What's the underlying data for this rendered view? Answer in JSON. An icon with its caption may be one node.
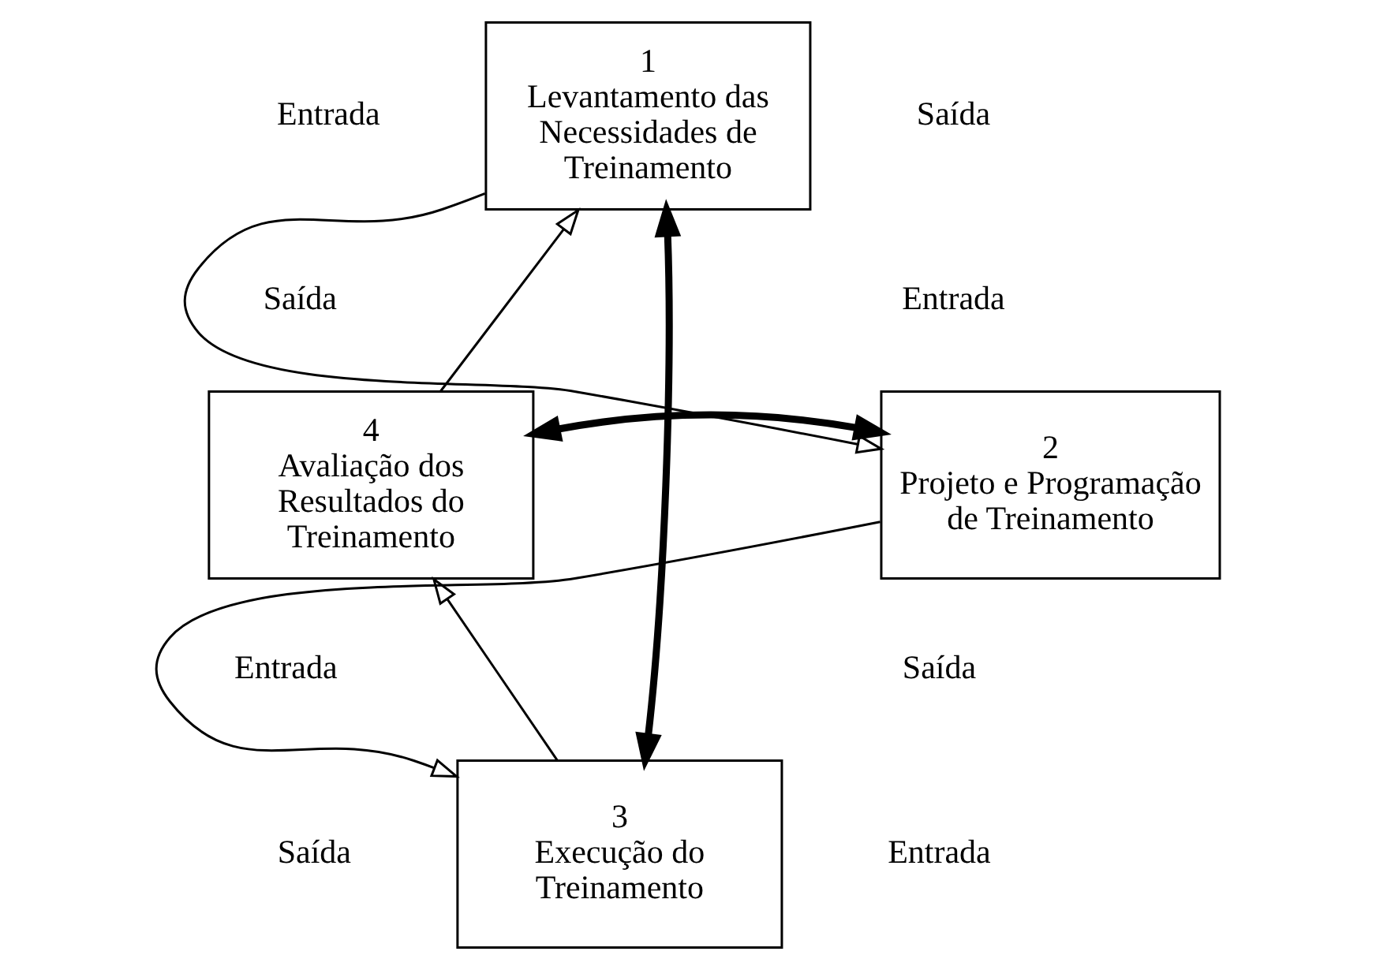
{
  "diagram": {
    "nodes": [
      {
        "text": [
          "1",
          "Levantamento das Necessidades de Treinamento"
        ]
      },
      {
        "text": [
          "2",
          "Projeto e Programação de Treinamento"
        ]
      },
      {
        "text": [
          "3",
          "Execução do Treinamento"
        ]
      },
      {
        "text": [
          "4",
          "Avaliação dos Resultados do Treinamento"
        ]
      }
    ],
    "edges": [
      {
        "from": 0,
        "to": 1,
        "arrow": "to"
      },
      {
        "from": 1,
        "to": 2,
        "arrow": "to"
      },
      {
        "from": 2,
        "to": 3,
        "arrow": "to"
      },
      {
        "from": 3,
        "to": 0,
        "arrow": "to"
      },
      {
        "from": 0,
        "to": 2,
        "arrow": "both",
        "style": "thick"
      },
      {
        "from": 3,
        "to": 1,
        "arrow": "both",
        "style": "thick"
      }
    ],
    "labels": [
      "Entrada",
      "Saída",
      "Saída",
      "Entrada",
      "Entrada",
      "Saída",
      "Saída",
      "Entrada"
    ]
  }
}
